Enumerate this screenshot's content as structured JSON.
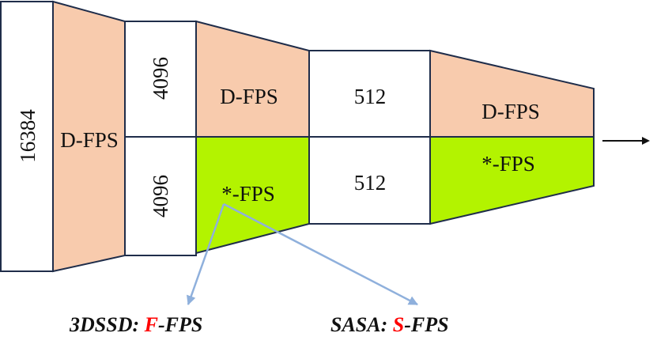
{
  "colors": {
    "peach": "#f8cbad",
    "green": "#b3f300",
    "white": "#ffffff",
    "stroke": "#1f2d4a",
    "arrow": "#8fb0dc",
    "highlight": "#ff0000"
  },
  "stage1": {
    "points": "16384",
    "sampler": "D-FPS"
  },
  "stage2": {
    "points_top": "4096",
    "points_bottom": "4096",
    "sampler_top": "D-FPS",
    "sampler_bottom": "*-FPS"
  },
  "stage3": {
    "points_top": "512",
    "points_bottom": "512",
    "sampler_top": "D-FPS",
    "sampler_bottom": "*-FPS"
  },
  "captions": {
    "left": {
      "prefix": "3DSSD: ",
      "highlight": "F",
      "suffix": "-FPS"
    },
    "right": {
      "prefix": "SASA: ",
      "highlight": "S",
      "suffix": "-FPS"
    }
  }
}
